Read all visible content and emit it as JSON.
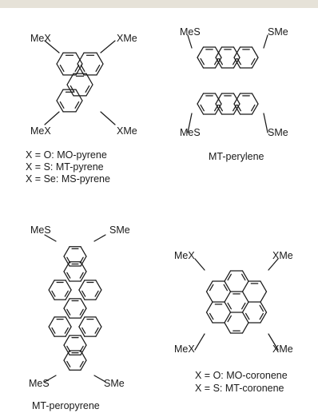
{
  "colors": {
    "band": "#e6e2d8",
    "ink": "#1a1a1a",
    "background": "#ffffff"
  },
  "pyrene": {
    "substituents": {
      "top_left": "MeX",
      "top_right": "XMe",
      "bottom_left": "MeX",
      "bottom_right": "XMe"
    },
    "captions": [
      "X = O: MO-pyrene",
      "X = S: MT-pyrene",
      "X = Se: MS-pyrene"
    ]
  },
  "perylene": {
    "substituents": {
      "top_left": "MeS",
      "top_right": "SMe",
      "bottom_left": "MeS",
      "bottom_right": "SMe"
    },
    "caption": "MT-perylene"
  },
  "peropyrene": {
    "substituents": {
      "top_left": "MeS",
      "top_right": "SMe",
      "bottom_left": "MeS",
      "bottom_right": "SMe"
    },
    "caption": "MT-peropyrene"
  },
  "coronene": {
    "substituents": {
      "top_left": "MeX",
      "top_right": "XMe",
      "bottom_left": "MeX",
      "bottom_right": "XMe"
    },
    "captions": [
      "X = O: MO-coronene",
      "X = S: MT-coronene"
    ]
  }
}
